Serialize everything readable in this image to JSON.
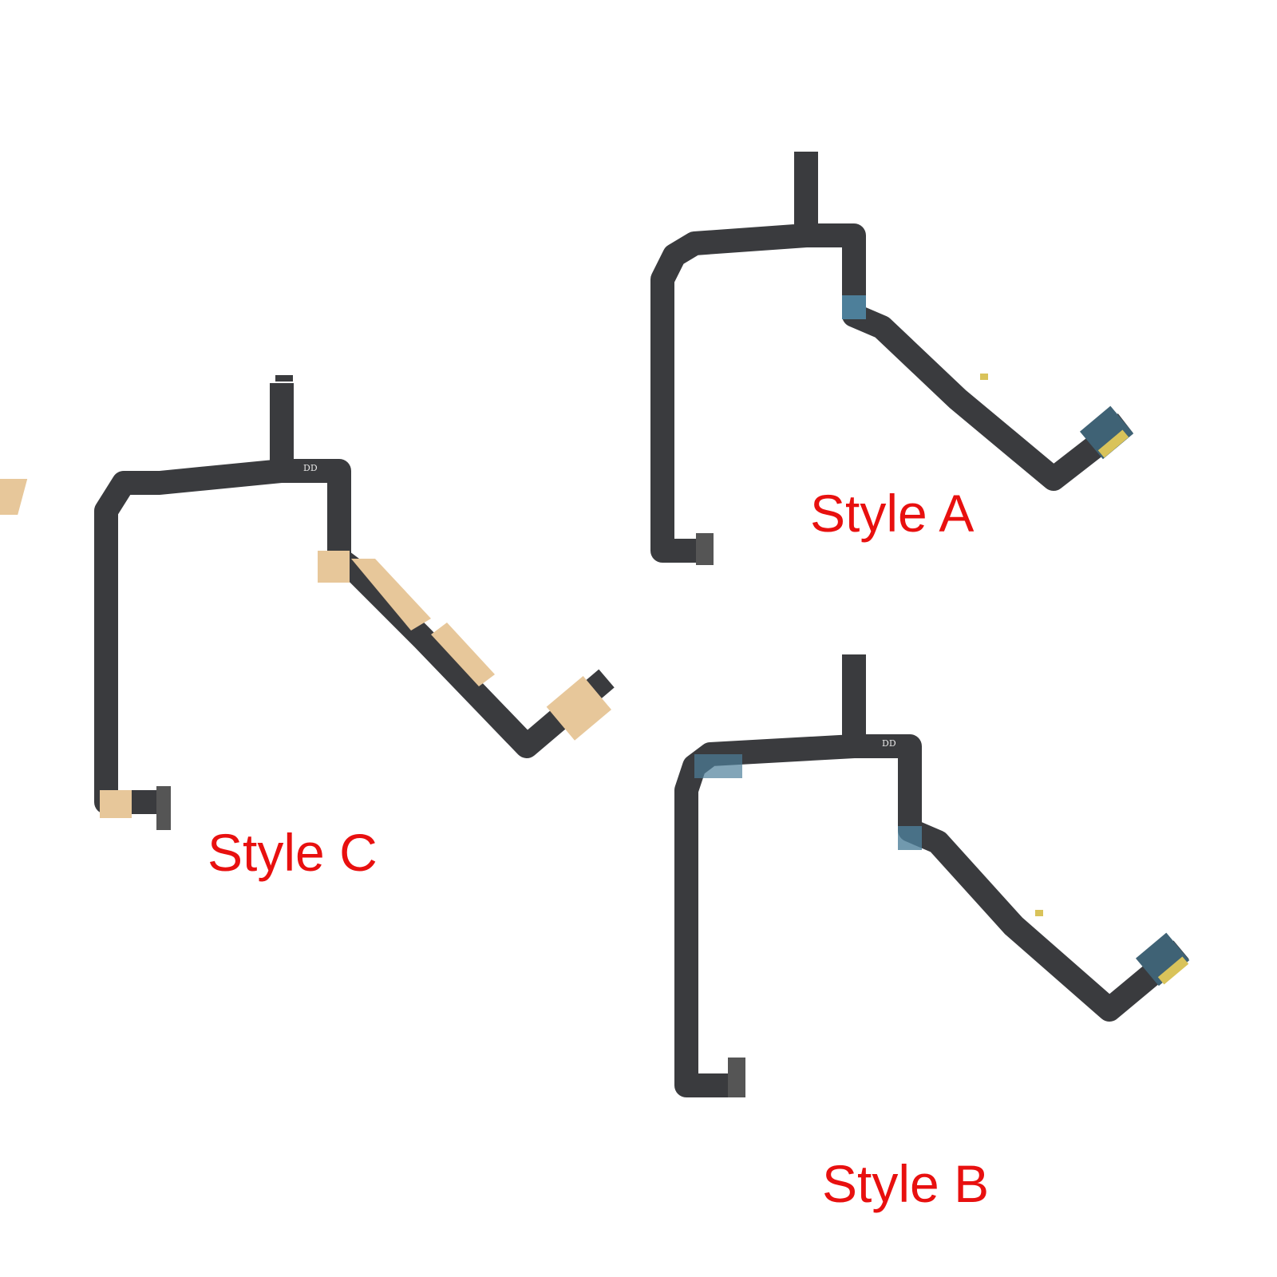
{
  "products": [
    {
      "id": "A",
      "label": "Style A",
      "variant": "blue stiffener",
      "marking": ""
    },
    {
      "id": "B",
      "label": "Style B",
      "variant": "blue stiffener",
      "marking": "DD"
    },
    {
      "id": "C",
      "label": "Style C",
      "variant": "tan stiffener",
      "marking": "DD"
    }
  ],
  "colors": {
    "cable": "#3a3b3e",
    "label": "#e8100f",
    "tan": "#e7c79a",
    "blue": "#4d7f9a",
    "gold": "#d9c35a",
    "background": "#ffffff"
  }
}
